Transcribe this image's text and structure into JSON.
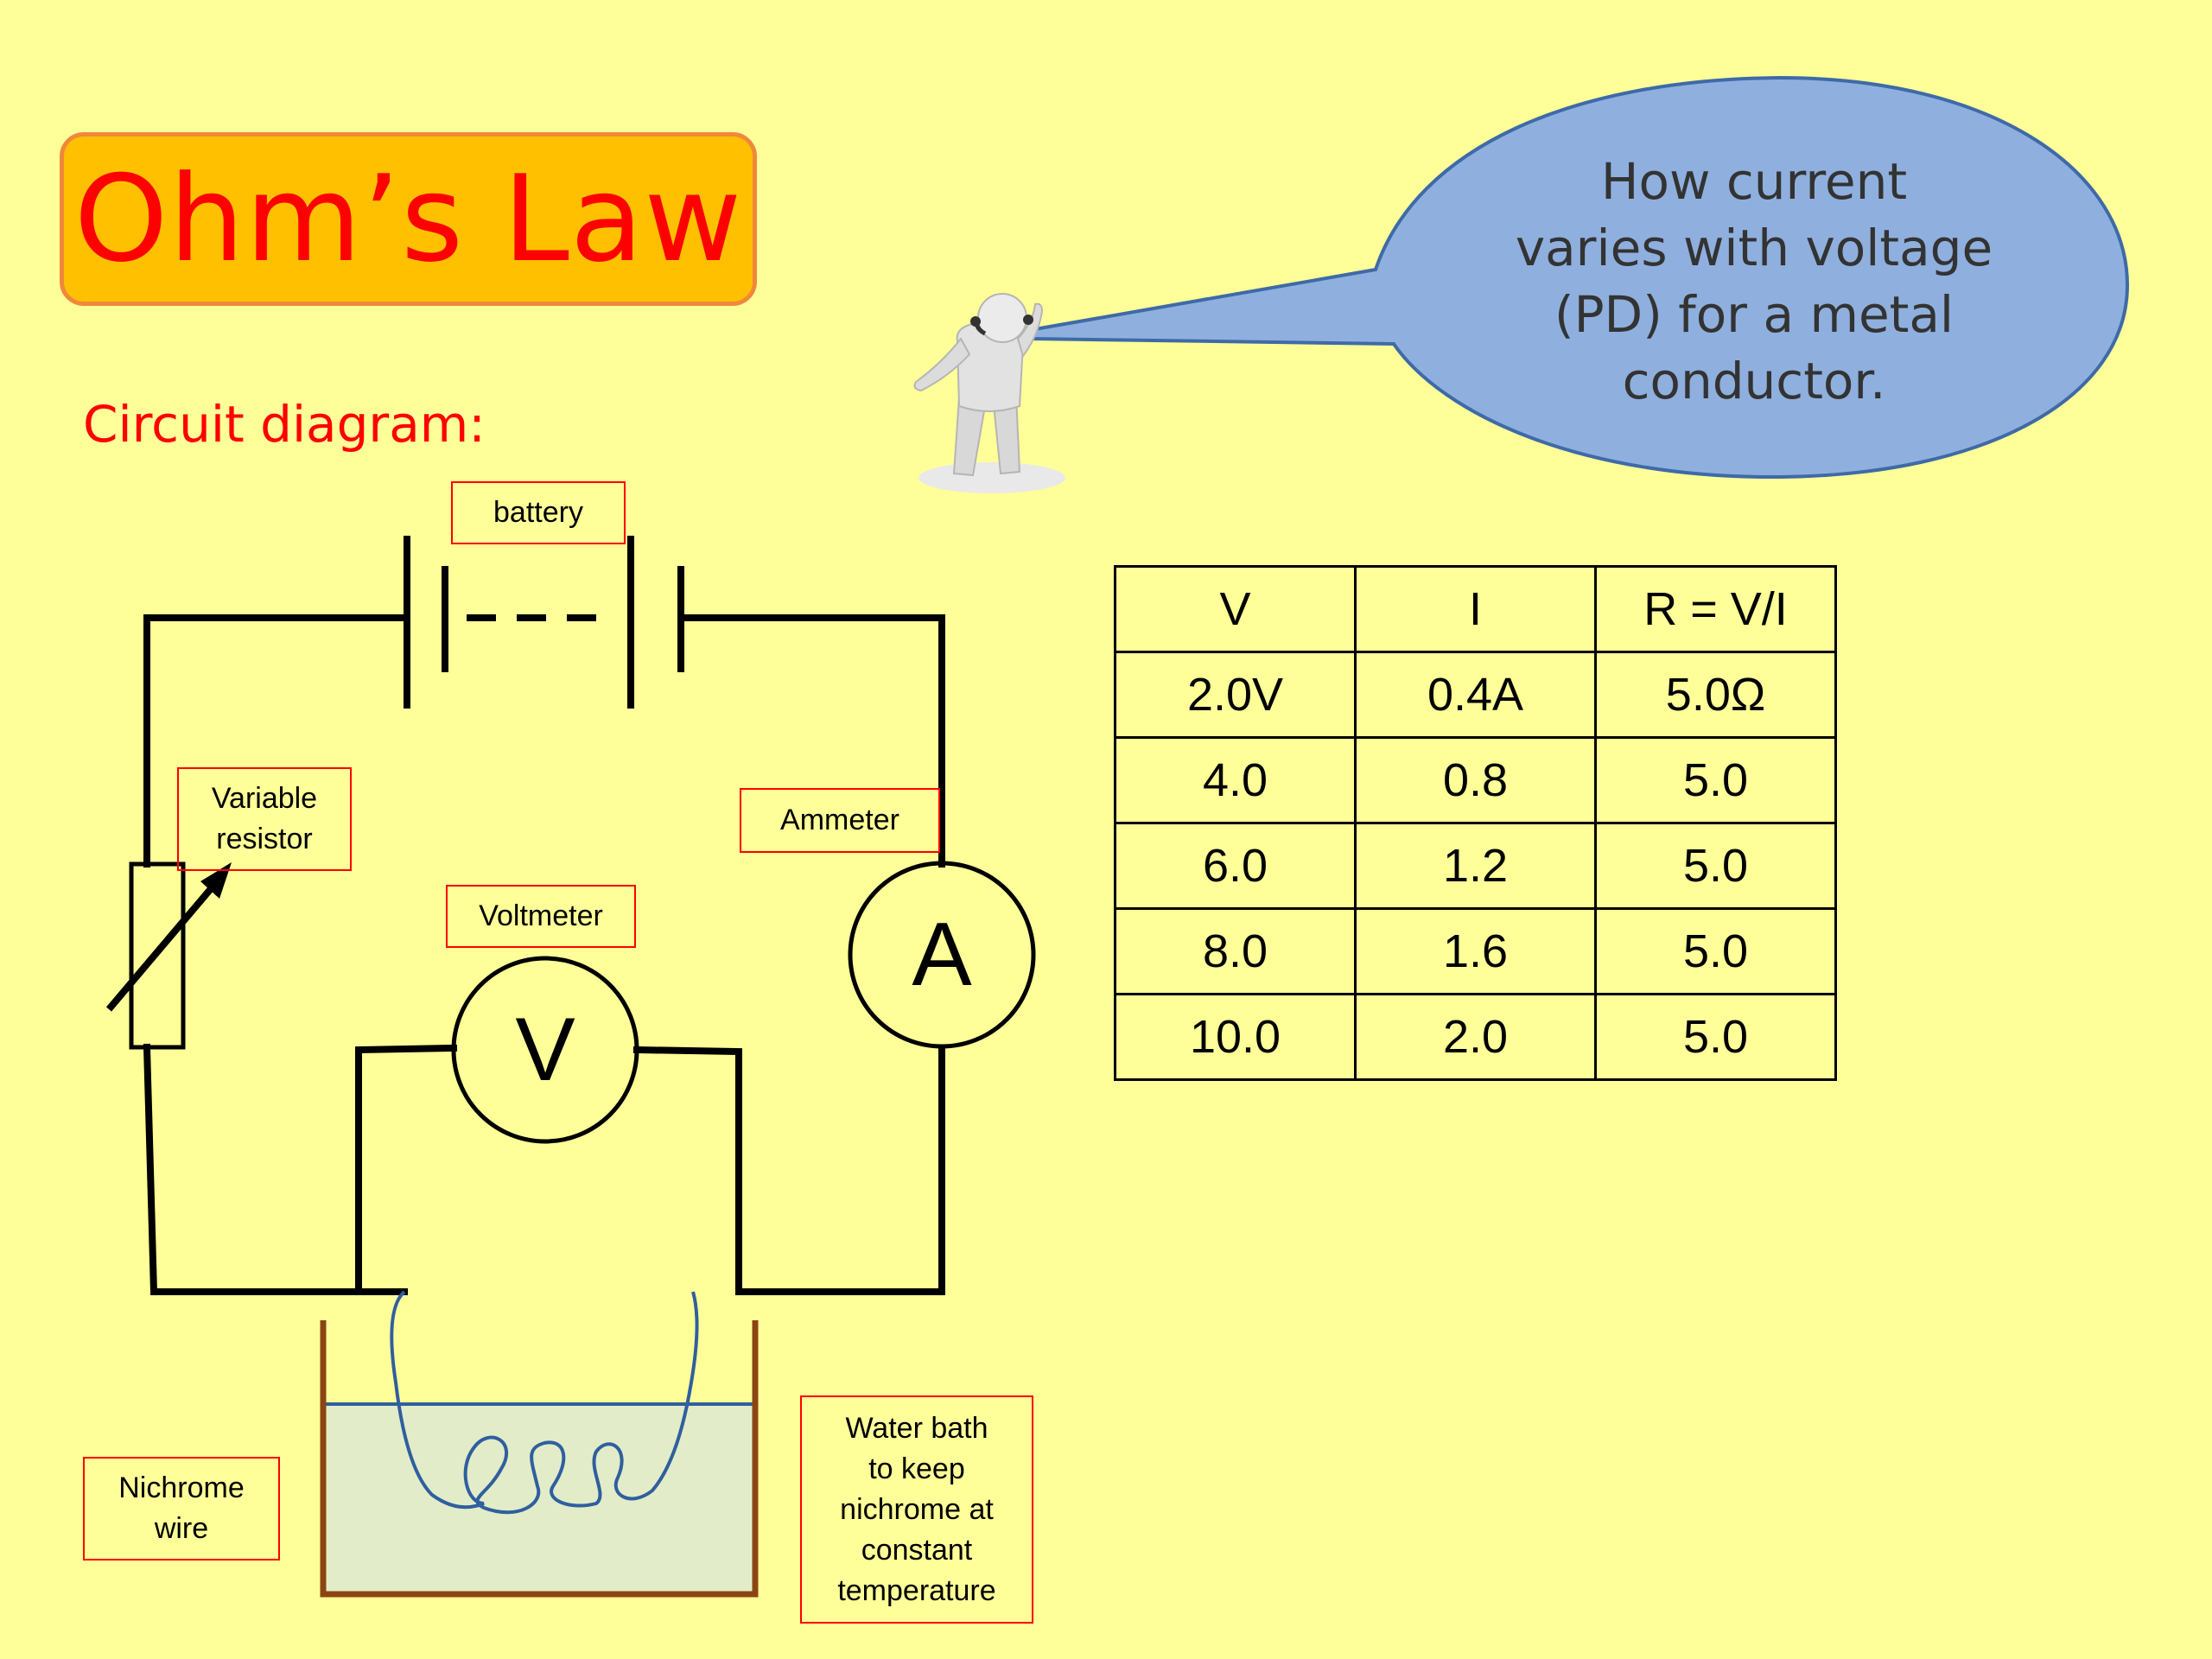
{
  "title": "Ohm’s Law",
  "subtitle": "Circuit diagram:",
  "speech_bubble": "How current\nvaries with voltage\n(PD) for a metal\nconductor.",
  "labels": {
    "battery": "battery",
    "variable_resistor": "Variable\nresistor",
    "ammeter": "Ammeter",
    "voltmeter": "Voltmeter",
    "nichrome_wire": "Nichrome\nwire",
    "water_bath": "Water bath\nto keep\nnichrome at\nconstant\ntemperature"
  },
  "meter_symbols": {
    "voltmeter": "V",
    "ammeter": "A"
  },
  "table": {
    "headers": [
      "V",
      "I",
      "R = V/I"
    ],
    "rows": [
      [
        "2.0V",
        "0.4A",
        "5.0Ω"
      ],
      [
        "4.0",
        "0.8",
        "5.0"
      ],
      [
        "6.0",
        "1.2",
        "5.0"
      ],
      [
        "8.0",
        "1.6",
        "5.0"
      ],
      [
        "10.0",
        "2.0",
        "5.0"
      ]
    ]
  },
  "colors": {
    "background": "#ffff99",
    "title_fill": "#ffc000",
    "title_text": "#ff0000",
    "bubble_fill": "#8fb0de",
    "bubble_stroke": "#3f6aa8",
    "water": "#e3ecc8",
    "wire_coil": "#2f5f9f",
    "beaker": "#8b4513"
  }
}
